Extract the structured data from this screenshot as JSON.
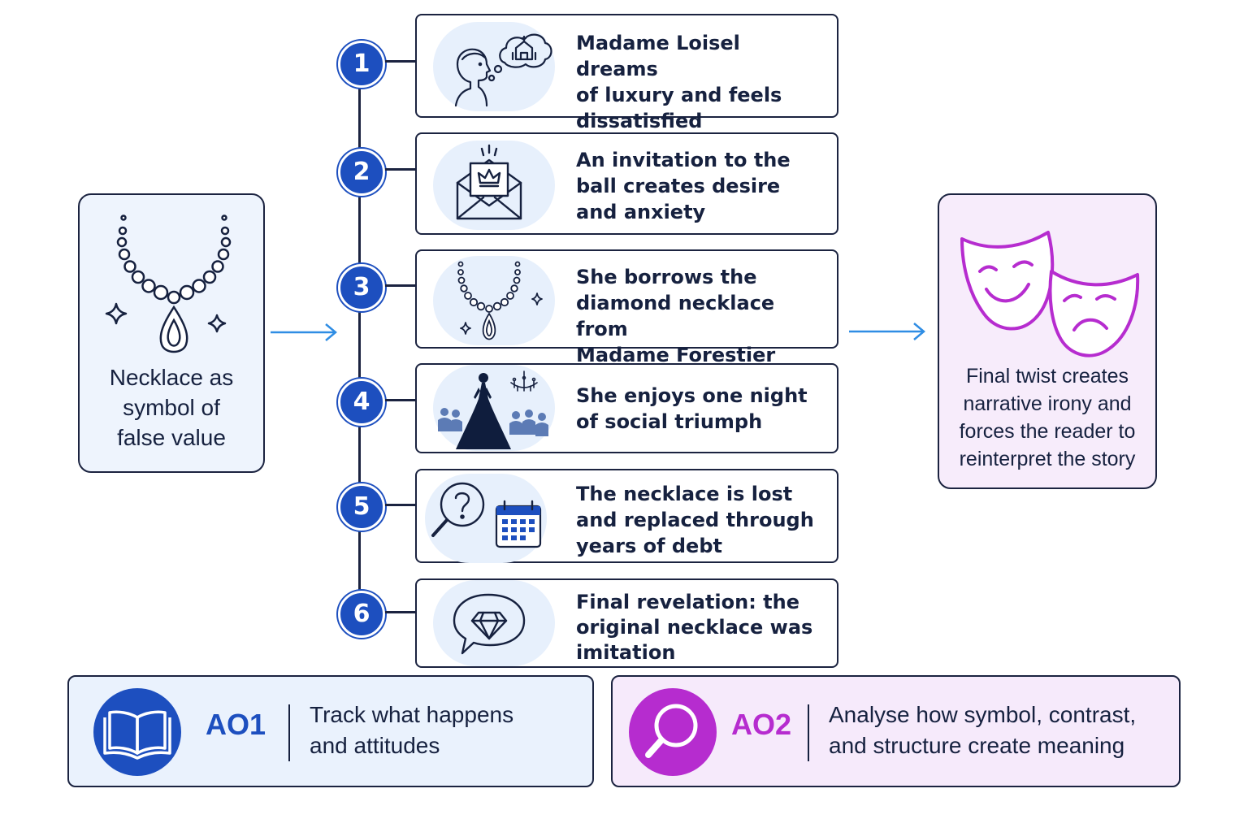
{
  "symbol": {
    "label_lines": [
      "Necklace as",
      "symbol of",
      "false value"
    ],
    "icon": "necklace-icon"
  },
  "twist": {
    "label_lines": [
      "Final twist creates",
      "narrative irony and",
      "forces the reader to",
      "reinterpret the story"
    ],
    "icon": "theatre-masks-icon"
  },
  "events": [
    {
      "number": "1",
      "lines": [
        "Madame Loisel dreams",
        "of luxury and feels",
        "dissatisfied"
      ],
      "icon": "daydream-icon"
    },
    {
      "number": "2",
      "lines": [
        "An invitation to the",
        "ball creates desire",
        "and anxiety"
      ],
      "icon": "invitation-envelope-icon"
    },
    {
      "number": "3",
      "lines": [
        "She borrows the",
        "diamond necklace from",
        "Madame Forestier"
      ],
      "icon": "necklace-icon"
    },
    {
      "number": "4",
      "lines": [
        "She enjoys one night",
        "of social triumph"
      ],
      "icon": "ball-gown-icon"
    },
    {
      "number": "5",
      "lines": [
        "The necklace is lost",
        "and replaced through",
        "years of debt"
      ],
      "icon": "search-calendar-icon"
    },
    {
      "number": "6",
      "lines": [
        "Final revelation: the",
        "original necklace was",
        "imitation"
      ],
      "icon": "diamond-speech-icon"
    }
  ],
  "objectives": [
    {
      "code": "AO1",
      "lines": [
        "Track what happens",
        "and attitudes"
      ],
      "icon": "open-book-icon",
      "color": "#1d4fbf"
    },
    {
      "code": "AO2",
      "lines": [
        "Analyse how symbol, contrast,",
        "and structure create meaning"
      ],
      "icon": "magnifier-icon",
      "color": "#b62ccf"
    }
  ],
  "colors": {
    "accent_blue": "#1d4fbf",
    "accent_purple": "#b62ccf",
    "arrow_blue": "#2f8de4",
    "navy": "#16213f"
  }
}
